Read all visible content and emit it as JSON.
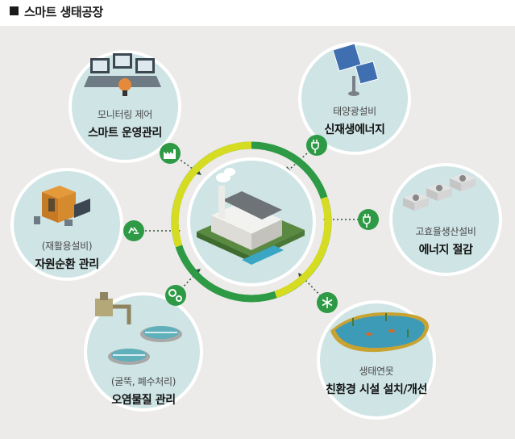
{
  "header": {
    "title": "스마트 생태공장"
  },
  "colors": {
    "green": "#2e9a45",
    "yellow": "#d6dc21",
    "circle_fill": "#cfe4e5",
    "panel_bg": "#ecebe9"
  },
  "nodes": [
    {
      "id": "monitoring",
      "subtitle": "모니터링 제어",
      "title": "스마트 운영관리",
      "icon": "factory-icon"
    },
    {
      "id": "renewable",
      "subtitle": "태양광설비",
      "title": "신재생에너지",
      "icon": "plug-icon"
    },
    {
      "id": "efficiency",
      "subtitle": "고효율생산설비",
      "title": "에너지 절감",
      "icon": "plug-icon"
    },
    {
      "id": "ecology",
      "subtitle": "생태연못",
      "title": "친환경 시설 설치/개선",
      "icon": "snowflake-icon"
    },
    {
      "id": "pollution",
      "subtitle": "(굴뚝, 폐수처리)",
      "title": "오염물질 관리",
      "icon": "gears-icon"
    },
    {
      "id": "recycling",
      "subtitle": "(재활용설비)",
      "title": "자원순환 관리",
      "icon": "recycle-icon"
    }
  ]
}
